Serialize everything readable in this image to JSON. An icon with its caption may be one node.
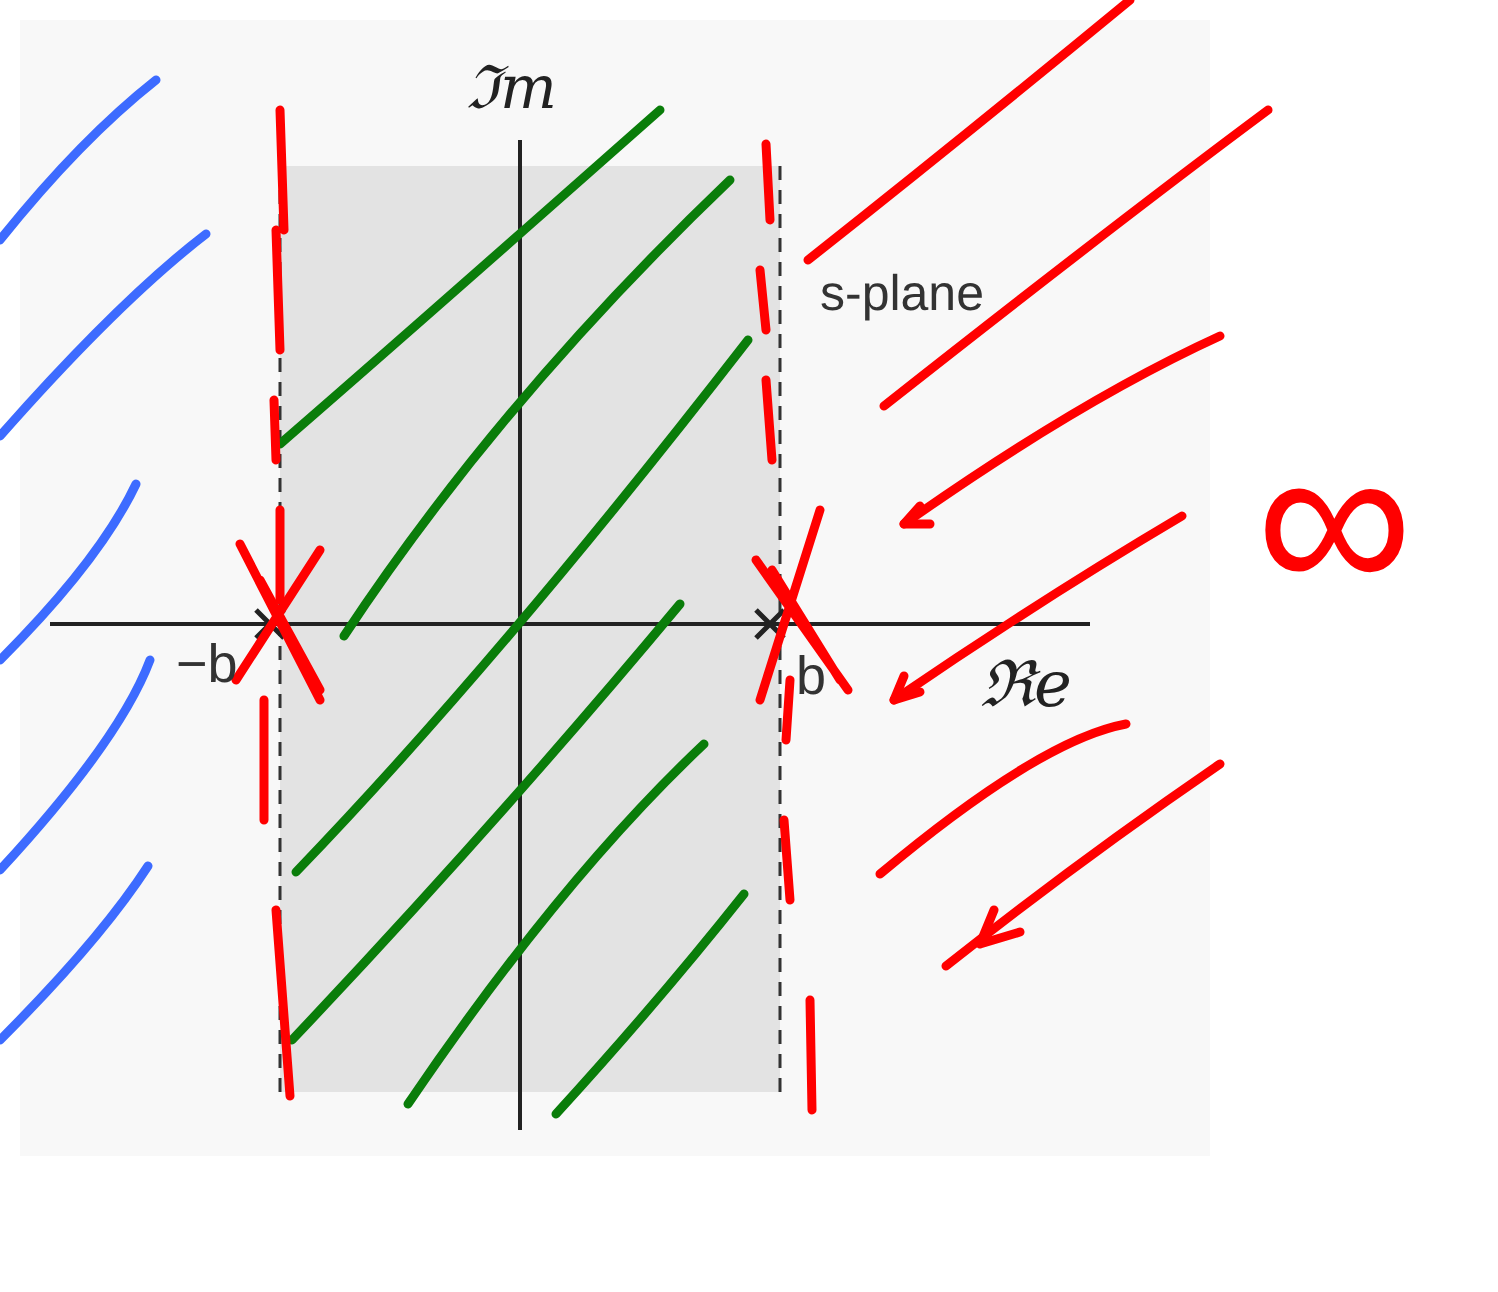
{
  "diagram": {
    "labels": [
      "ℑm",
      "s-plane",
      "−b",
      "b",
      "ℜe",
      "∞"
    ]
  }
}
